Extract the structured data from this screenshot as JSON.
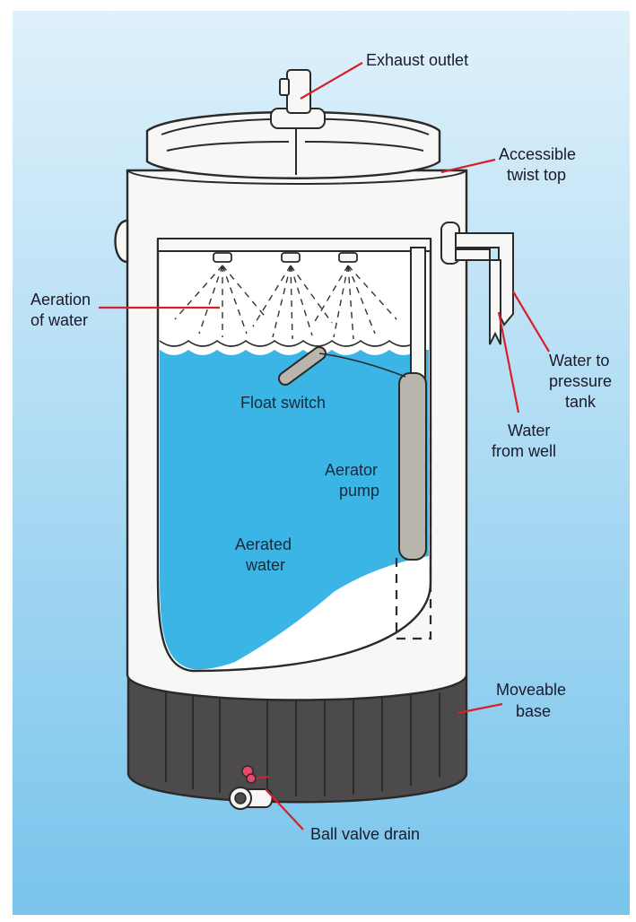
{
  "colors": {
    "background_top": "#dceffa",
    "background_bottom": "#7cc6ec",
    "water": "#3bb4e6",
    "tank_body": "#f7f8f6",
    "base": "#4c4a4a",
    "leader_line": "#d8202a",
    "pump": "#b9b6ad"
  },
  "labels": {
    "exhaust_outlet": "Exhaust outlet",
    "twist_top_1": "Accessible",
    "twist_top_2": "twist top",
    "aeration_1": "Aeration",
    "aeration_2": "of water",
    "to_pressure_1": "Water to",
    "to_pressure_2": "pressure",
    "to_pressure_3": "tank",
    "from_well_1": "Water",
    "from_well_2": "from well",
    "float_switch": "Float switch",
    "aerator_pump_1": "Aerator",
    "aerator_pump_2": "pump",
    "aerated_water_1": "Aerated",
    "aerated_water_2": "water",
    "moveable_base_1": "Moveable",
    "moveable_base_2": "base",
    "ball_valve_drain": "Ball valve drain"
  },
  "icons": {
    "nozzle": "spray-nozzle-icon",
    "valve": "ball-valve-icon"
  }
}
